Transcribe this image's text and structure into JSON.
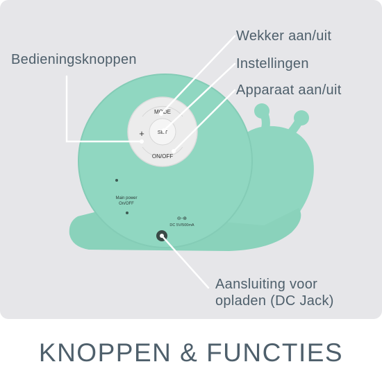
{
  "callouts": {
    "bedieningsknoppen": "Bedieningsknoppen",
    "wekker": "Wekker aan/uit",
    "instellingen": "Instellingen",
    "apparaat": "Apparaat aan/uit",
    "aansluiting_line1": "Aansluiting voor",
    "aansluiting_line2": "opladen (DC Jack)"
  },
  "device_labels": {
    "mode": "MODE",
    "set": "SET",
    "onoff": "ON/OFF",
    "plus": "+",
    "main_power_line1": "Main power",
    "main_power_line2": "On/OFF",
    "dc_spec": "DC 5V/500mA"
  },
  "footer": {
    "title": "KNOPPEN & FUNCTIES"
  },
  "colors": {
    "panel": "#e6e6e9",
    "snail_body": "#8fd6c0",
    "button_pad": "#ececec",
    "text": "#4e5f6b",
    "callout_line": "#ffffff"
  }
}
